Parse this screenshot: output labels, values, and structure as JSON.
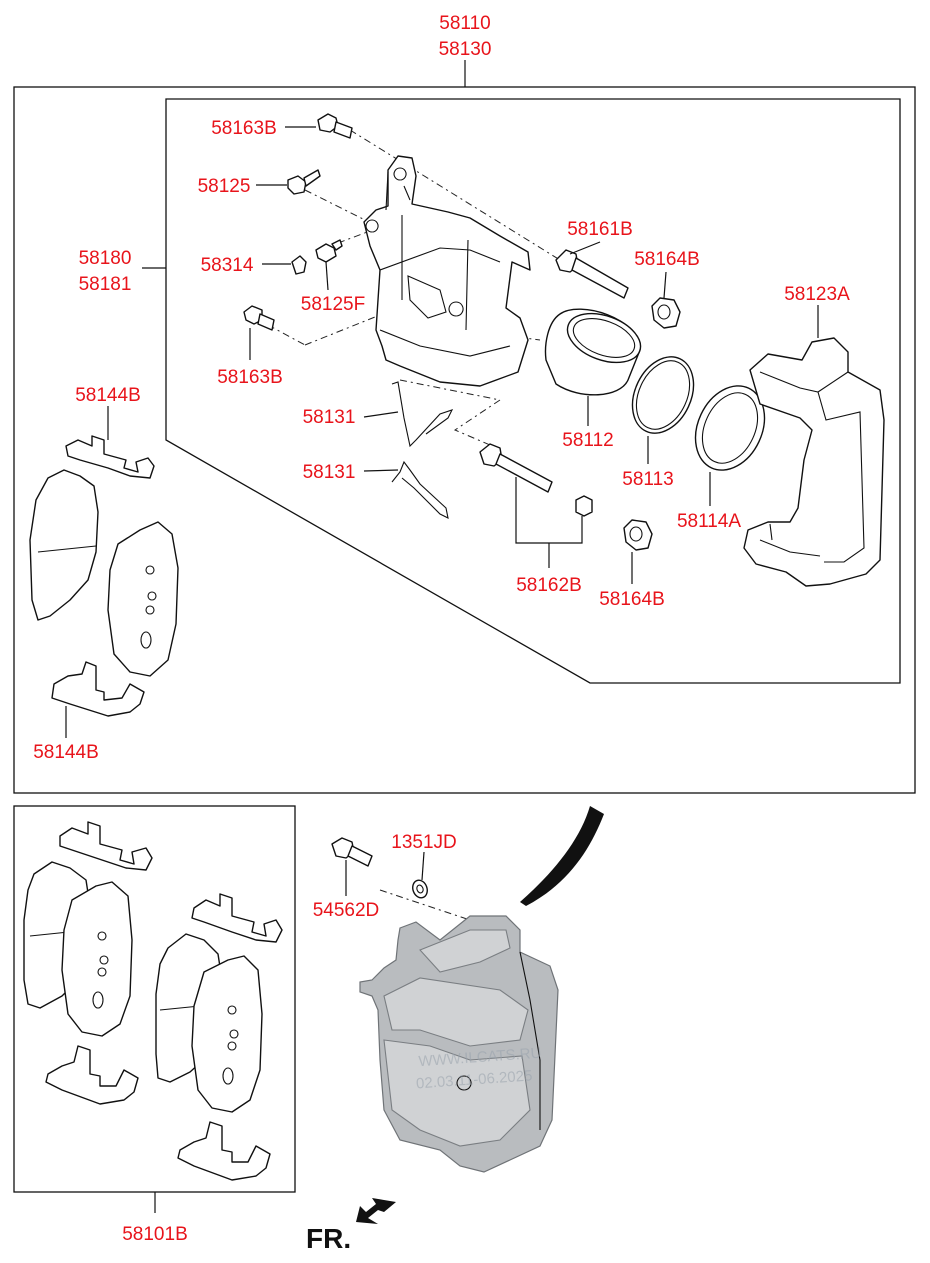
{
  "labels": {
    "assy_top": "58110",
    "assy_bottom": "58130",
    "caliper_top": "58180",
    "caliper_bottom": "58181",
    "bolt_upper": "58163B",
    "bolt_lower": "58163B",
    "bleeder": "58125",
    "bleeder_sensor": "58314",
    "bleeder_cap": "58125F",
    "guide_pin": "58161B",
    "boot_upper": "58164B",
    "boot_lower": "58164B",
    "carrier": "58123A",
    "piston": "58112",
    "seal": "58113",
    "dust_boot": "58114A",
    "spring_upper": "58131",
    "spring_lower": "58131",
    "guide_pin_kit": "58162B",
    "shim_upper": "58144B",
    "shim_lower": "58144B",
    "pad_kit": "58101B",
    "washer": "1351JD",
    "mount_bolt": "54562D"
  },
  "direction": {
    "label": "FR.",
    "arrow_icon": "direction-arrow-icon"
  },
  "watermark": {
    "line1": "WWW.ILCATS.RU",
    "line2": "02.03.11-06.2025"
  },
  "colors": {
    "label": "#e8141b",
    "line": "#111111",
    "assembly_fill": "#b9bcbf"
  }
}
